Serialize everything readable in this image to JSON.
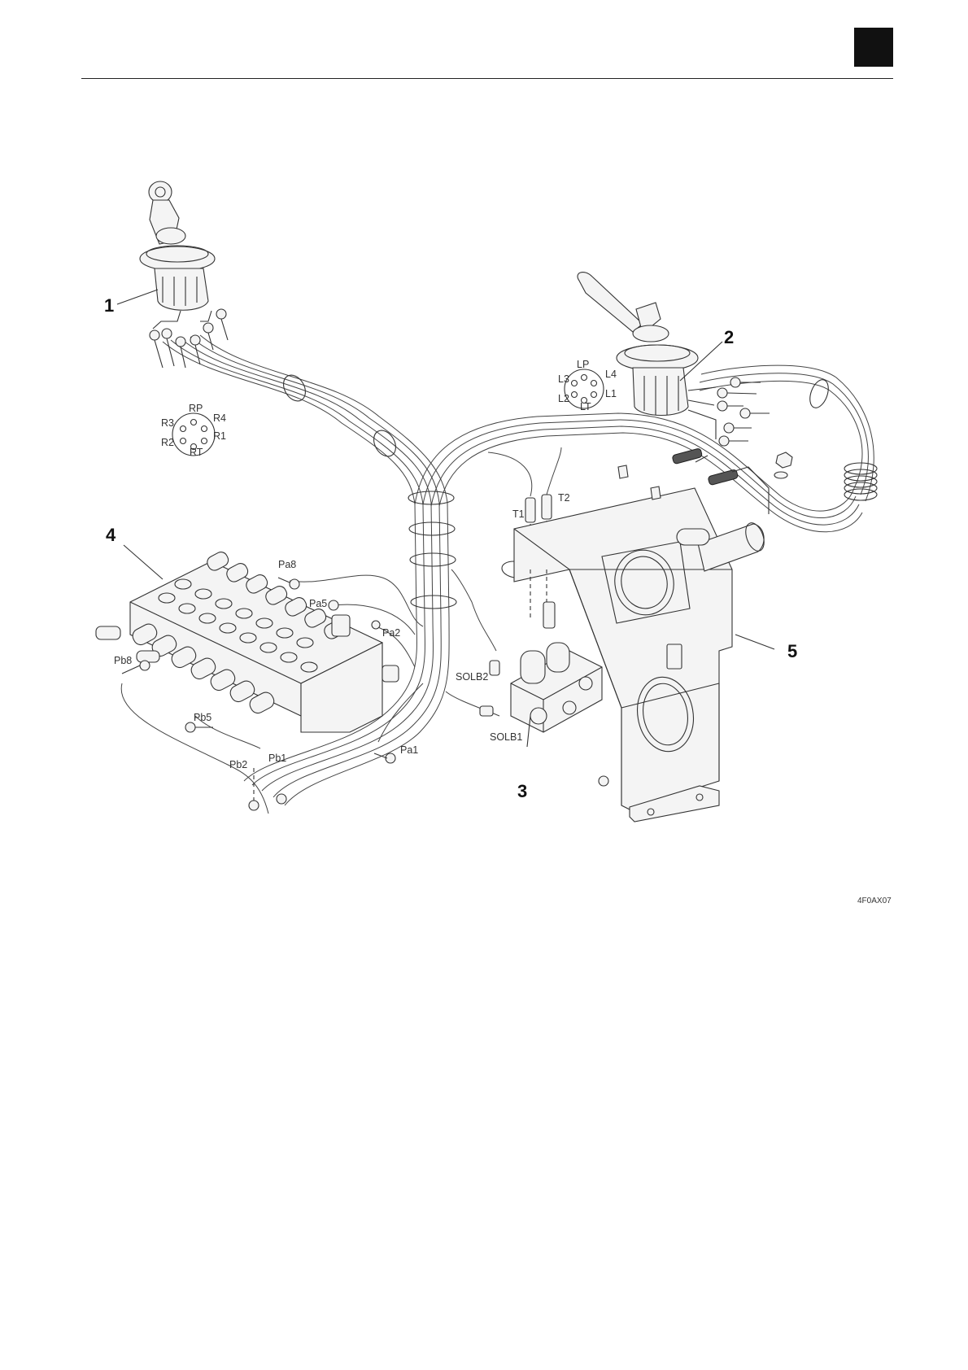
{
  "figure_code": "4F0AX07",
  "callouts": [
    "1",
    "2",
    "3",
    "4",
    "5"
  ],
  "right_pattern": {
    "top": "RP",
    "left_top": "R3",
    "right_top": "R4",
    "left_bottom": "R2",
    "right_bottom": "R1",
    "bottom": "RT"
  },
  "left_pattern": {
    "top": "LP",
    "left_top": "L3",
    "right_top": "L4",
    "left_bottom": "L2",
    "right_bottom": "L1",
    "bottom": "LT"
  },
  "port_labels": {
    "t1": "T1",
    "t2": "T2",
    "pa8": "Pa8",
    "pa5": "Pa5",
    "pa2": "Pa2",
    "pa1": "Pa1",
    "pb8": "Pb8",
    "pb5": "Pb5",
    "pb2": "Pb2",
    "pb1": "Pb1",
    "solb1": "SOLB1",
    "solb2": "SOLB2"
  }
}
